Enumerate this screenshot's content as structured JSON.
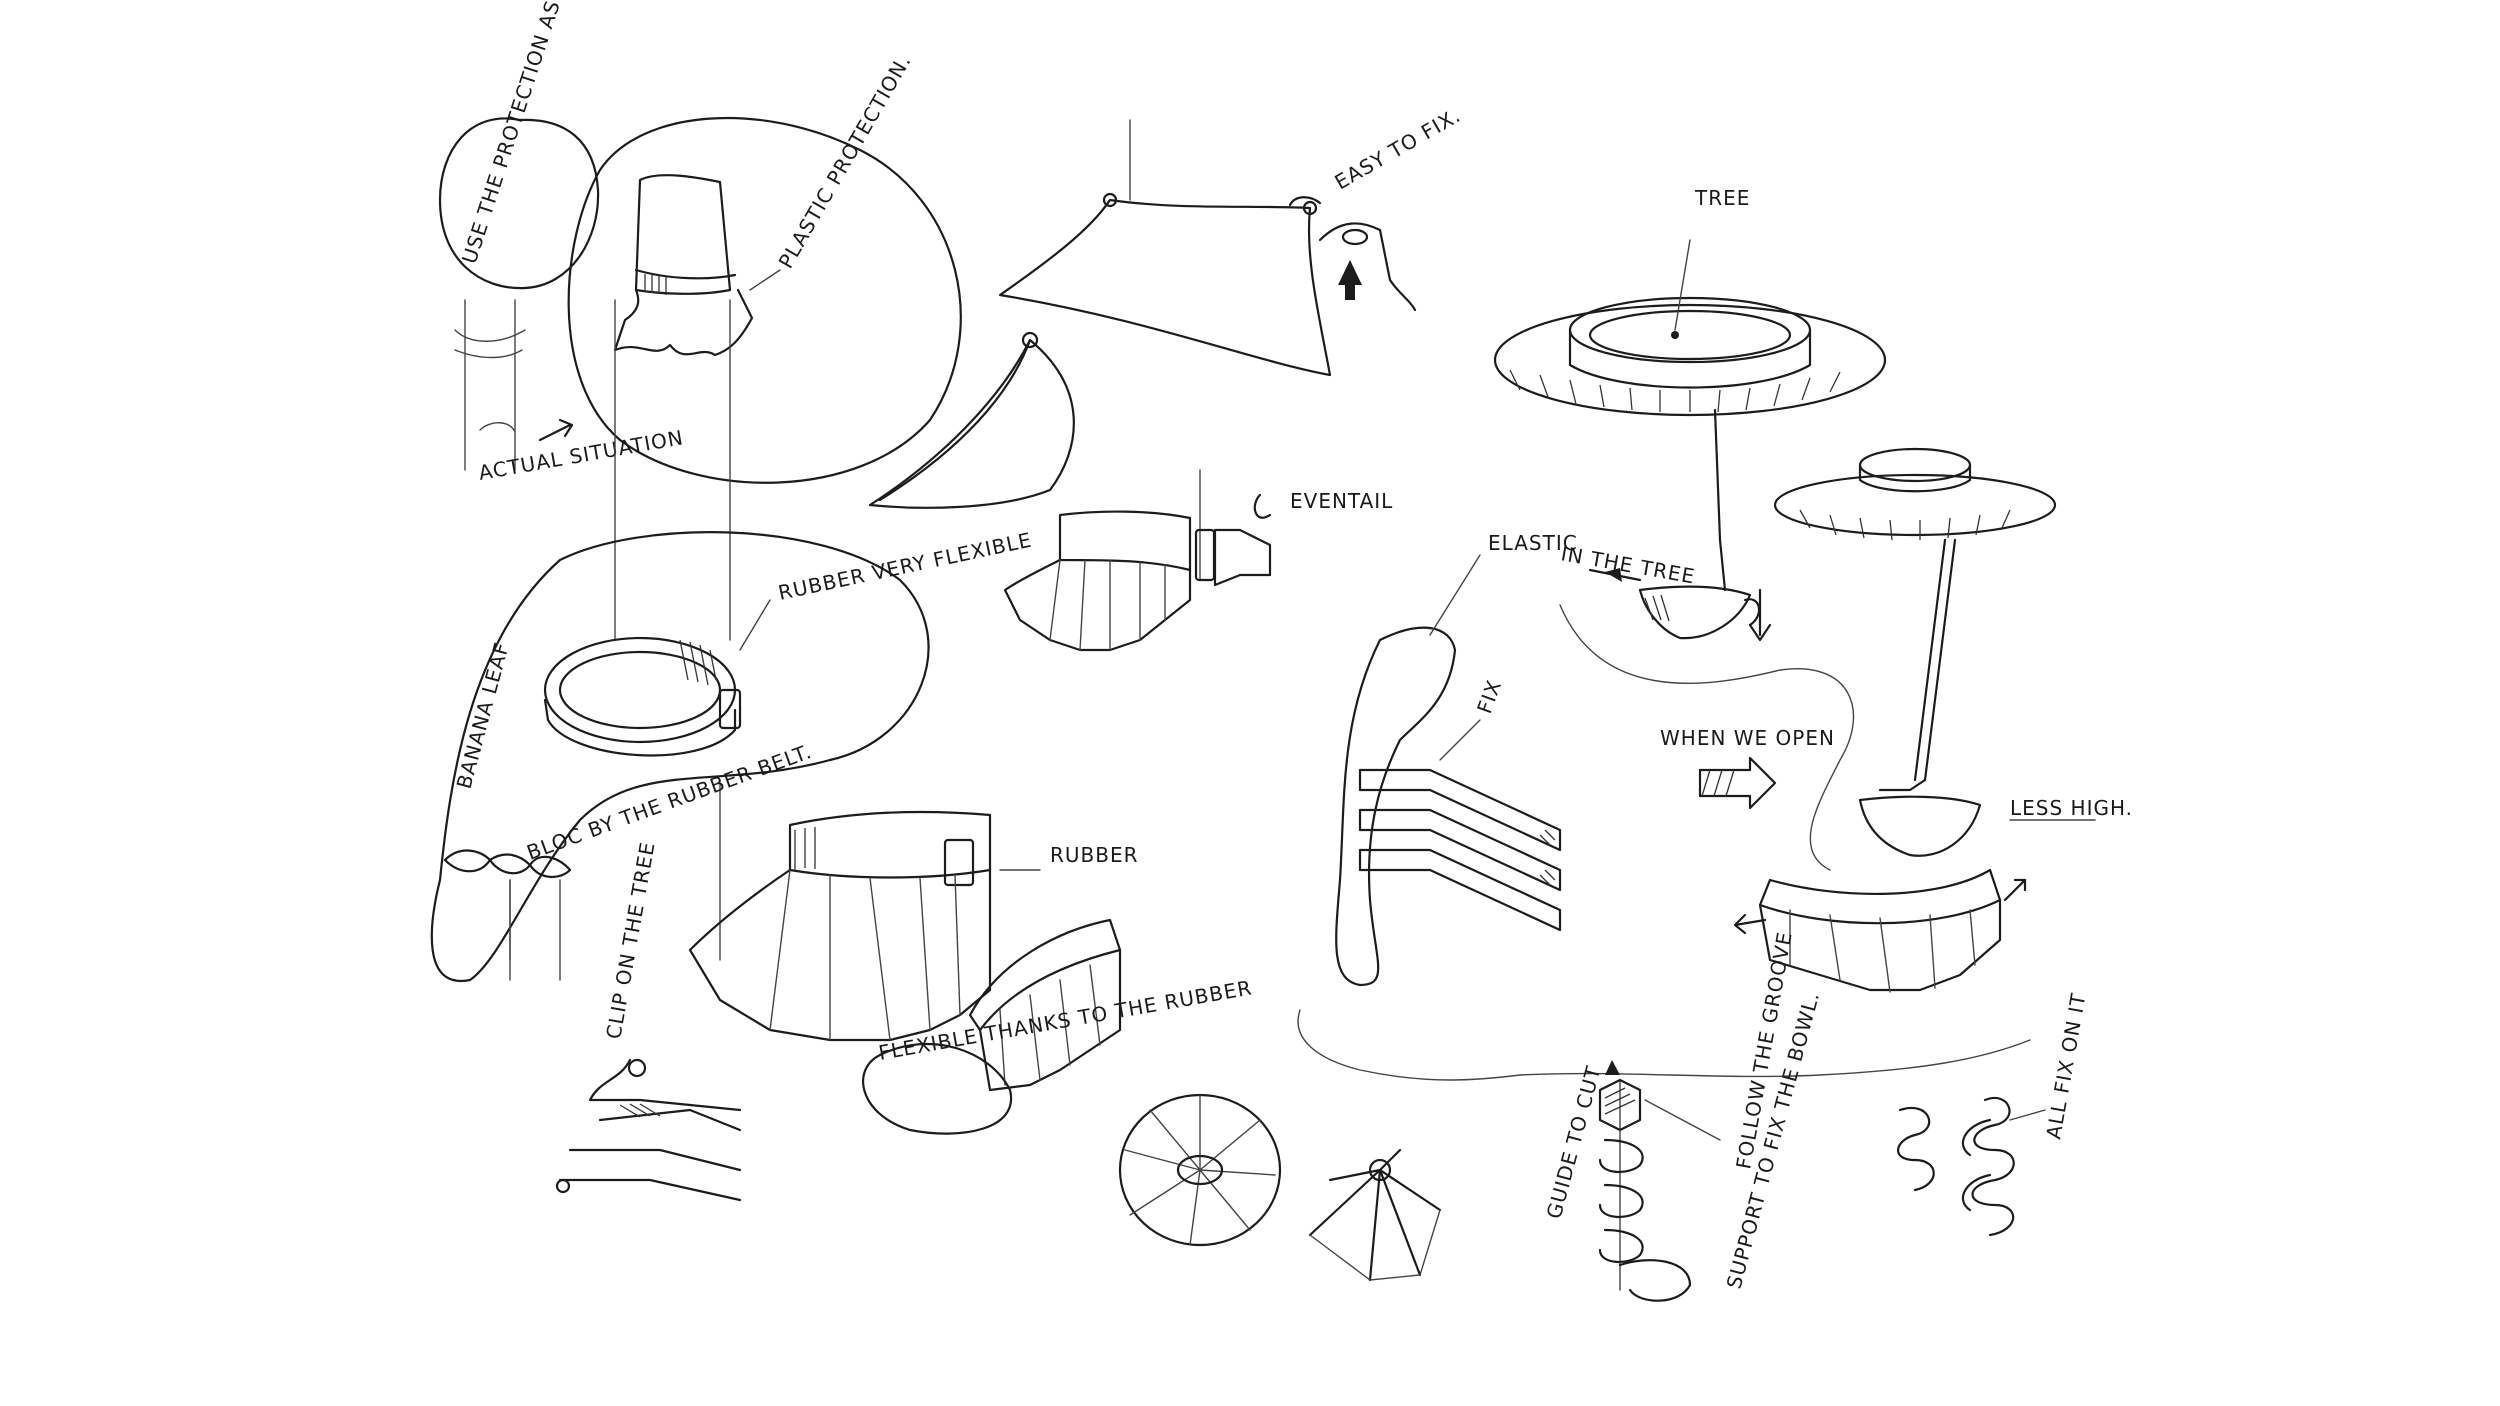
{
  "annotations": {
    "use_protection_bag": "USE THE PROTECTION AS A BAG ?",
    "plastic_protection": "PLASTIC PROTECTION.",
    "actual_situation": "ACTUAL SITUATION",
    "rubber_very_flexible": "RUBBER VERY FLEXIBLE",
    "banana_leaf": "BANANA LEAF",
    "bloc_by_rubber_belt": "BLOC BY THE RUBBER BELT.",
    "clip_on_tree": "CLIP ON THE TREE",
    "easy_to_fix": "EASY TO FIX.",
    "eventail": "EVENTAIL",
    "rubber": "RUBBER",
    "flexible_thanks_rubber": "FLEXIBLE THANKS TO THE RUBBER",
    "tree": "TREE",
    "elastic": "ELASTIC",
    "in_the_tree": "IN THE TREE",
    "fix": "FIX",
    "when_we_open": "WHEN WE OPEN",
    "less_high": "LESS HIGH.",
    "guide_to_cut": "GUIDE TO CUT",
    "follow_the_groove": "FOLLOW THE GROOVE",
    "support_fix_bowl": "SUPPORT TO FIX THE BOWL.",
    "all_fix_on_it": "ALL FIX ON IT"
  },
  "colors": {
    "ink": "#1c1c1c",
    "paper": "#ffffff"
  }
}
